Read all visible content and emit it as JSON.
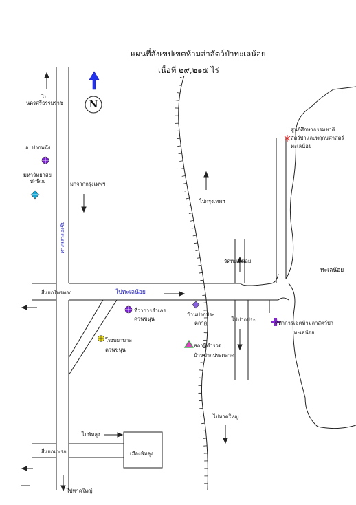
{
  "map": {
    "title": "แผนที่สังเขปเขตห้ามล่าสัตว์ป่าทะเลน้อย",
    "area": "เนื้อที่ ๒๙,๒๑๕ ไร่",
    "north_label": "N",
    "labels": {
      "to_nakhon": "ไป\nนครศรีธรรมราช",
      "pak_phanang": "อ. ปากพนัง",
      "university": "มหาวิทยาลัย\nทักษิณ",
      "from_bangkok": "มาจากกรุงเทพฯ",
      "to_bangkok": "ไปกรุงเทพฯ",
      "asian_highway": "ทางหลวงเอเชีย",
      "wat_thale_noi": "วัดทะเลน้อย",
      "lake": "ทะเลน้อย",
      "intersection_phrai_thong": "สี่แยกไพรทอง",
      "to_thale_noi": "ไปทะเลน้อย",
      "district_office": "ที่ว่าการอำเภอ\nควนขนุน",
      "hospital": "โรงพยาบาล\nควนขนุน",
      "ban_pak_pra": "บ้านปากประ\nตลาด",
      "police_station": "สถานีตำรวจ\nบ้านปากประตลาด",
      "to_pak_pra": "ไปปากประ",
      "wildlife_hq": "ที่ทำการเขตห้ามล่าสัตว์ป่า\nทะเลน้อย",
      "nature_center": "ศูนย์ศึกษาธรรมชาติ\nสัตว์ป่าและพฤกษศาสตร์\nทะเลน้อย",
      "to_hat_yai_1": "ไปหาดใหญ่",
      "to_phatthalung": "ไปพัทลุง",
      "intersection_khaen": "สี่แยกแพรก",
      "phatthalung_town": "เมืองพัทลุง",
      "to_hat_yai_2": "ไปหาดใหญ่"
    },
    "colors": {
      "road": "#222222",
      "railway": "#222222",
      "accent_blue": "#2222cc",
      "north_arrow": "#2233ee",
      "district_marker": "#7a1fd6",
      "university_marker": "#19a9d6",
      "hospital_marker": "#f2e21a",
      "police_marker": "#22a83a",
      "hq_marker": "#8822dd",
      "nature_marker": "#dd2222"
    }
  }
}
